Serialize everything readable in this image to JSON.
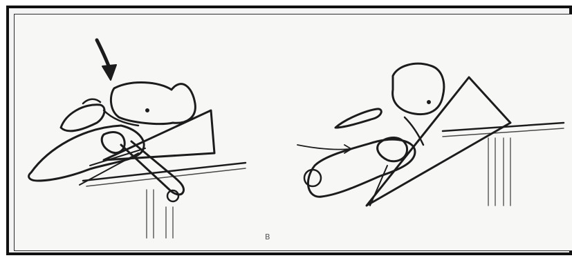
{
  "figure": {
    "caption": "B",
    "panels": [
      {
        "name": "left-panel",
        "depicts": "patient-supine-on-wedge-with-arrow"
      },
      {
        "name": "right-panel",
        "depicts": "patient-reclined-on-wedge-with-arrows"
      }
    ],
    "colors": {
      "ink": "#1c1c1c",
      "paper": "#f7f7f6",
      "border": "#111111"
    }
  }
}
